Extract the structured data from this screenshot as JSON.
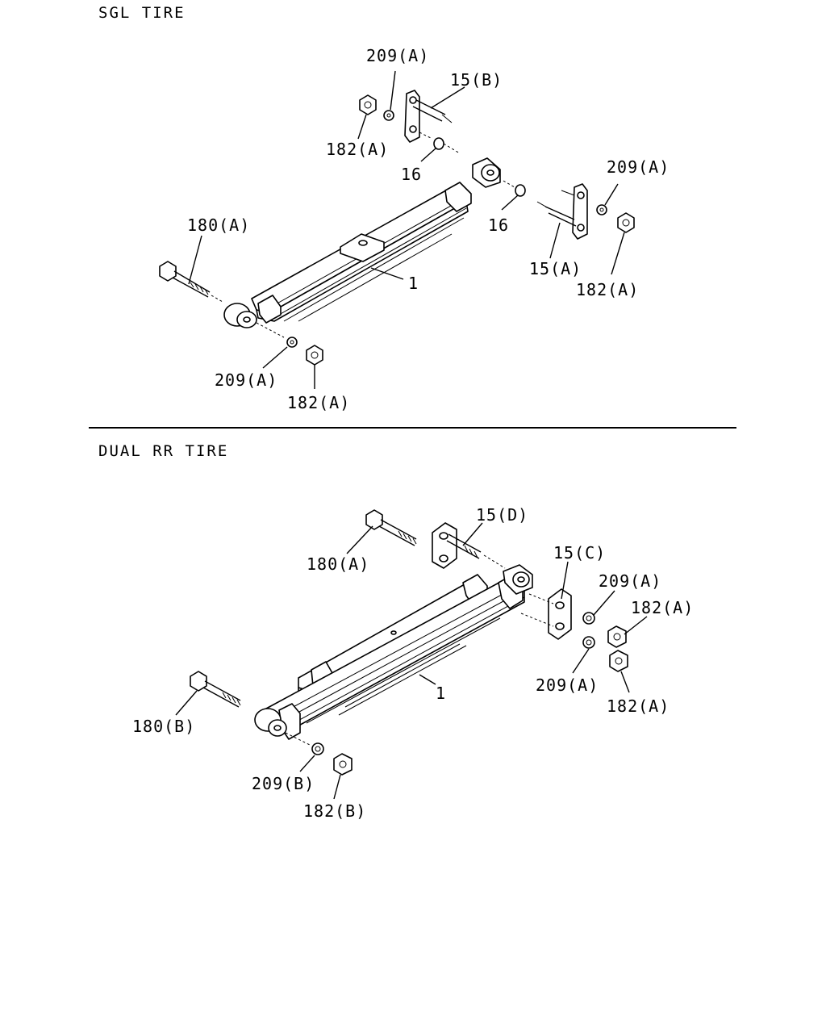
{
  "sections": {
    "single": {
      "title": "SGL TIRE"
    },
    "dual": {
      "title": "DUAL RR TIRE"
    }
  },
  "labels": {
    "s_209a_top": "209(A)",
    "s_15b": "15(B)",
    "s_182a_top": "182(A)",
    "s_16_left": "16",
    "s_16_right": "16",
    "s_209a_right": "209(A)",
    "s_180a": "180(A)",
    "s_1": "1",
    "s_15a": "15(A)",
    "s_182a_right": "182(A)",
    "s_209a_bottom": "209(A)",
    "s_182a_bottom": "182(A)",
    "d_15d": "15(D)",
    "d_180a": "180(A)",
    "d_15c": "15(C)",
    "d_209a_upper": "209(A)",
    "d_182a_upper": "182(A)",
    "d_1": "1",
    "d_209a_lower": "209(A)",
    "d_182a_lower": "182(A)",
    "d_180b": "180(B)",
    "d_209b": "209(B)",
    "d_182b": "182(B)"
  }
}
